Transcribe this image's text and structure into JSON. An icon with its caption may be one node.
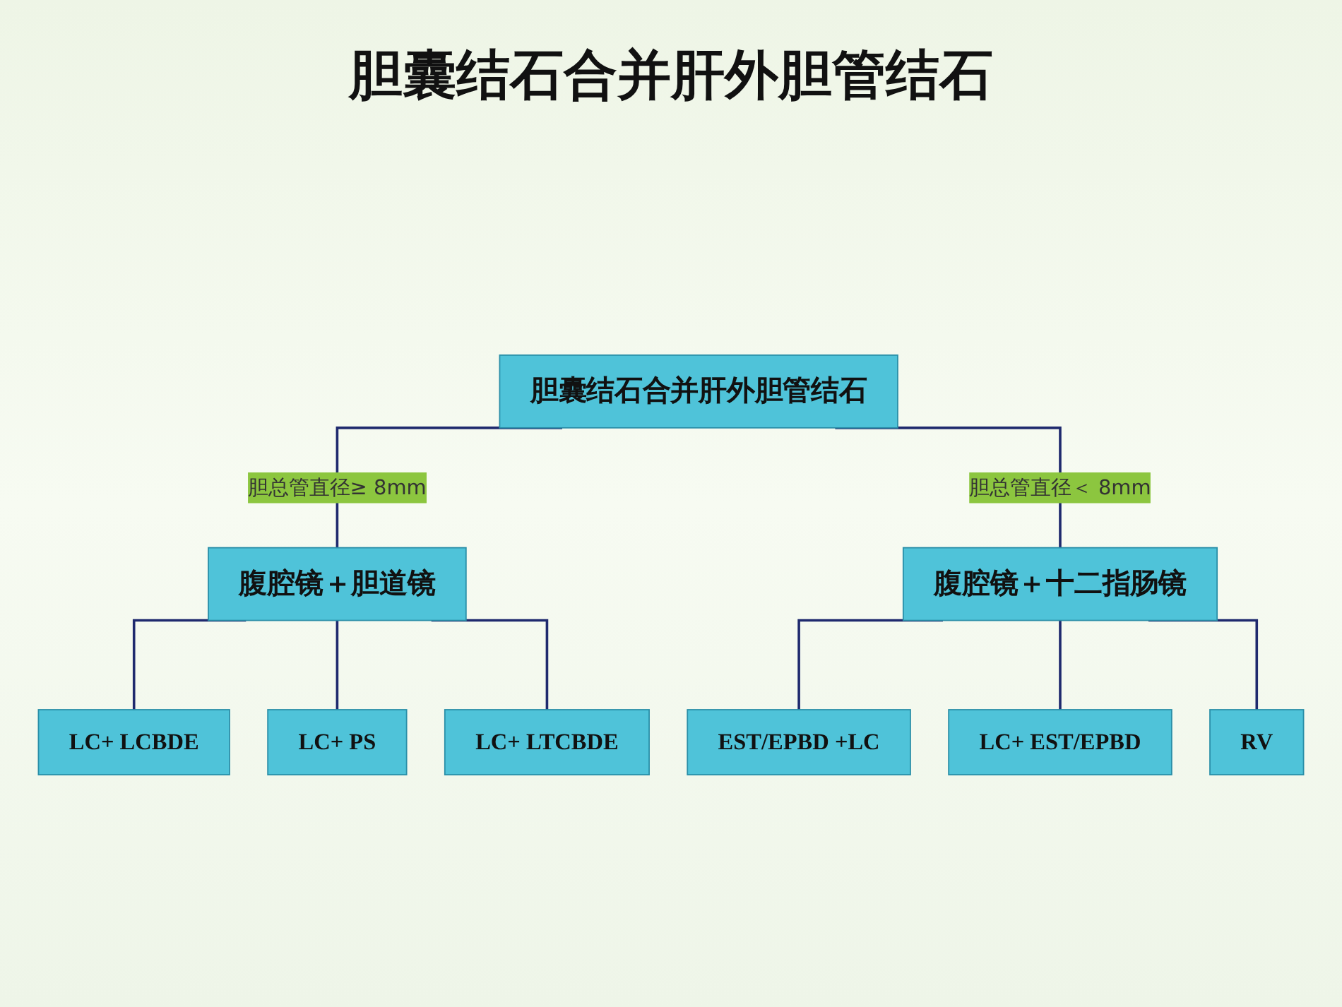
{
  "diagram": {
    "title": "胆囊结石合并肝外胆管结石",
    "nodes": [
      {
        "text": [
          "胆囊结石合并肝外胆管结石"
        ]
      },
      {
        "text": [
          "腹腔镜＋胆道镜"
        ]
      },
      {
        "text": [
          "腹腔镜＋十二指肠镜"
        ]
      },
      {
        "text": [
          "LC+ LCBDE"
        ]
      },
      {
        "text": [
          "LC+ PS"
        ]
      },
      {
        "text": [
          "LC+ LTCBDE"
        ]
      },
      {
        "text": [
          "EST/EPBD +LC"
        ]
      },
      {
        "text": [
          "LC+ EST/EPBD"
        ]
      },
      {
        "text": [
          "RV"
        ]
      }
    ],
    "edges": [
      {
        "from": 0,
        "to": 1,
        "arrow": "none",
        "label": "胆总管直径≥ 8mm"
      },
      {
        "from": 0,
        "to": 2,
        "arrow": "none",
        "label": "胆总管直径＜ 8mm"
      },
      {
        "from": 1,
        "to": 3,
        "arrow": "none"
      },
      {
        "from": 1,
        "to": 4,
        "arrow": "none"
      },
      {
        "from": 1,
        "to": 5,
        "arrow": "none"
      },
      {
        "from": 2,
        "to": 6,
        "arrow": "none"
      },
      {
        "from": 2,
        "to": 7,
        "arrow": "none"
      },
      {
        "from": 2,
        "to": 8,
        "arrow": "none"
      }
    ]
  }
}
